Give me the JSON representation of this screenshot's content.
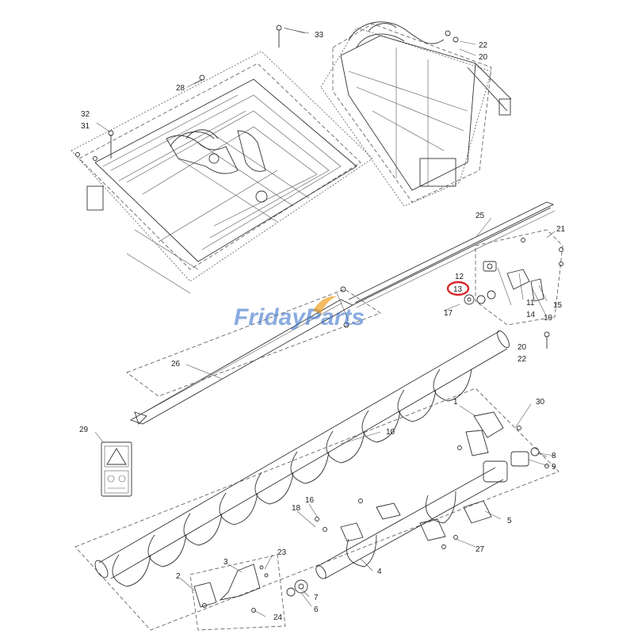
{
  "diagram": {
    "watermark": "FridayParts",
    "highlight_color": "#d9262a",
    "watermark_color": "#2b67c6",
    "callouts": [
      "1",
      "2",
      "3",
      "4",
      "5",
      "6",
      "7",
      "8",
      "9",
      "10",
      "11",
      "12",
      "13",
      "14",
      "15",
      "16",
      "17",
      "18",
      "19",
      "20",
      "21",
      "22",
      "23",
      "24",
      "25",
      "26",
      "27",
      "28",
      "29",
      "30",
      "31",
      "32",
      "33"
    ],
    "highlighted_callout": "13"
  }
}
